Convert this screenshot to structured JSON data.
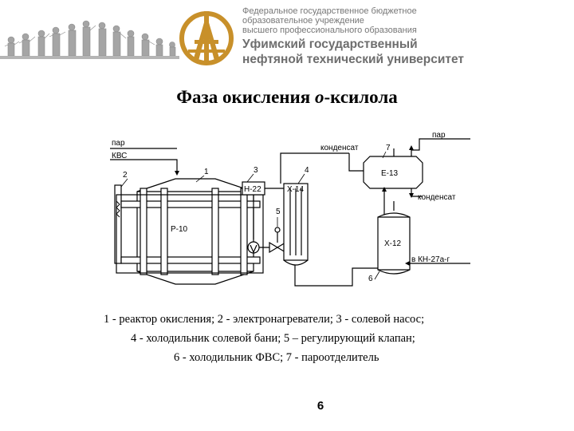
{
  "header": {
    "org_line1": "Федеральное государственное бюджетное",
    "org_line2": "образовательное учреждение",
    "org_line3": "высшего профессионального образования",
    "univ_line1": "Уфимский государственный",
    "univ_line2": "нефтяной технический университет"
  },
  "title": {
    "prefix": "Фаза окисления ",
    "italic": "о",
    "suffix": "-ксилола"
  },
  "diagram": {
    "labels": {
      "steam_left": "пар",
      "kvs": "КВС",
      "condensate_top": "конденсат",
      "steam_right": "пар",
      "condensate_right": "конденсат",
      "to_kn": "в КН-27а-г",
      "r10": "Р-10",
      "n22": "Н-22",
      "x14": "Х-14",
      "e13": "Е-13",
      "x12": "Х-12",
      "n1": "1",
      "n2": "2",
      "n3": "3",
      "n4": "4",
      "n5": "5",
      "n6": "6",
      "n7": "7"
    }
  },
  "legend": {
    "line1": "1 - реактор окисления; 2 - электронагреватели; 3 - солевой насос;",
    "line2": "4 - холодильник солевой бани; 5 – регулирующий клапан;",
    "line3": "6 - холодильник ФВС; 7 - пароотделитель"
  },
  "page_number": "6",
  "colors": {
    "logo": "#c8902a",
    "text_gray": "#777777",
    "frieze": "#9a9a9a"
  }
}
